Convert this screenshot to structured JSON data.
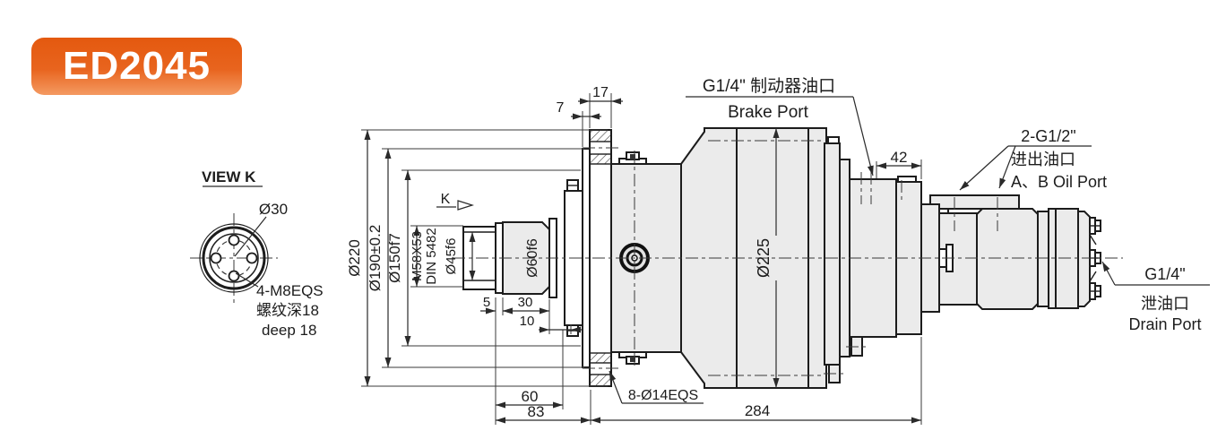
{
  "badge": {
    "label": "ED2045"
  },
  "view_k": {
    "title": "VIEW K",
    "diameter": "Ø30",
    "holes": "4-M8EQS",
    "holes_cn": "螺纹深18",
    "holes_en": "deep 18"
  },
  "view_arrow": "K",
  "ports": {
    "brake_cn": "G1/4\" 制动器油口",
    "brake_en": "Brake Port",
    "oil_size": "2-G1/2\"",
    "oil_cn": "进出油口",
    "oil_en": "A、B Oil Port",
    "drain_size": "G1/4\"",
    "drain_cn": "泄油口",
    "drain_en": "Drain Port"
  },
  "dims": {
    "flange_thickness": "17",
    "spigot_width": "7",
    "port_offset": "42",
    "flange_od": "Ø220",
    "spigot_od": "Ø190±0.2",
    "pilot_od": "Ø150f7",
    "spline_spec": "M58X53",
    "spline_std": "DIN 5482",
    "spline_od": "Ø45f6",
    "shaft_od": "Ø60f6",
    "len5": "5",
    "len30": "30",
    "len10": "10",
    "body_od": "Ø225",
    "len60": "60",
    "len83": "83",
    "len284": "284",
    "mount_holes": "8-Ø14EQS"
  },
  "colors": {
    "accent": "#e8641e",
    "line": "#1c1c1c",
    "body_fill": "#ebebeb"
  }
}
